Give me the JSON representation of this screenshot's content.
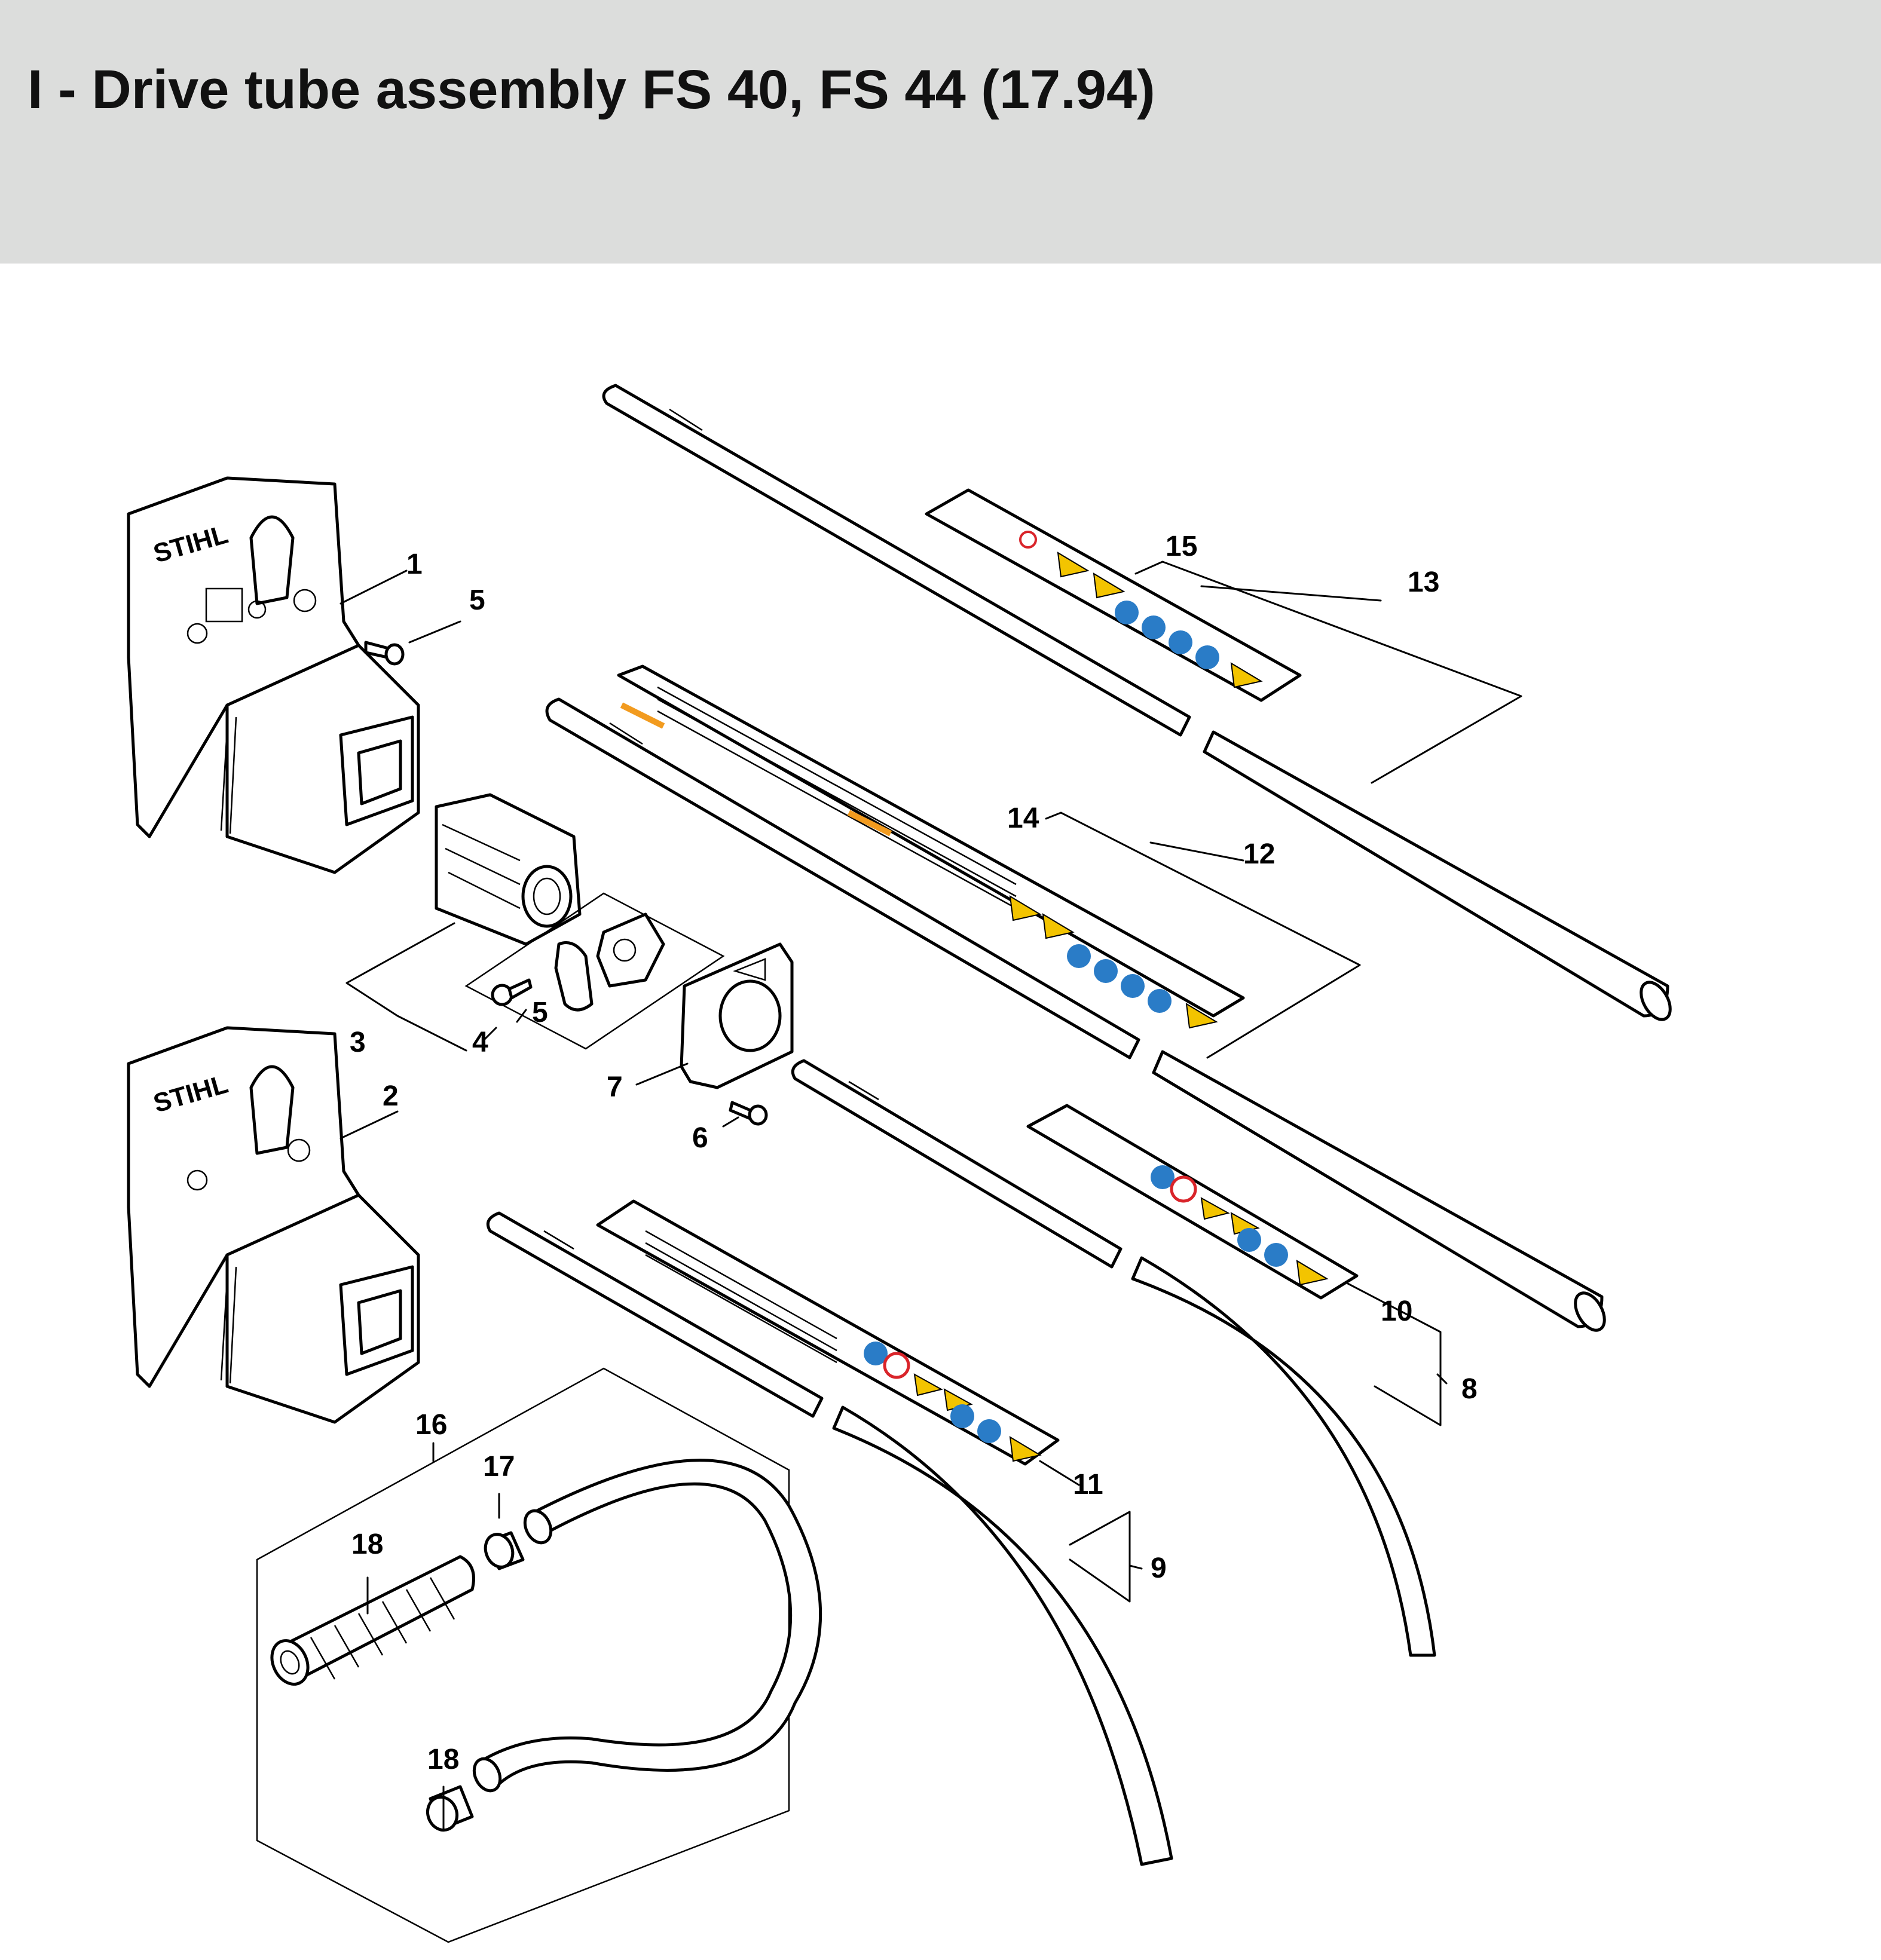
{
  "page": {
    "title": "I - Drive tube assembly FS 40, FS 44 (17.94)"
  },
  "diagram": {
    "brand_logo": "STIHL",
    "callouts": [
      {
        "id": "c1",
        "label": "1"
      },
      {
        "id": "c2",
        "label": "2"
      },
      {
        "id": "c3",
        "label": "3"
      },
      {
        "id": "c4",
        "label": "4"
      },
      {
        "id": "c5a",
        "label": "5"
      },
      {
        "id": "c5b",
        "label": "5"
      },
      {
        "id": "c6",
        "label": "6"
      },
      {
        "id": "c7",
        "label": "7"
      },
      {
        "id": "c8",
        "label": "8"
      },
      {
        "id": "c9",
        "label": "9"
      },
      {
        "id": "c10",
        "label": "10"
      },
      {
        "id": "c11",
        "label": "11"
      },
      {
        "id": "c12",
        "label": "12"
      },
      {
        "id": "c13",
        "label": "13"
      },
      {
        "id": "c14",
        "label": "14"
      },
      {
        "id": "c15",
        "label": "15"
      },
      {
        "id": "c16",
        "label": "16"
      },
      {
        "id": "c17",
        "label": "17"
      },
      {
        "id": "c18a",
        "label": "18"
      },
      {
        "id": "c18b",
        "label": "18"
      }
    ]
  },
  "colors": {
    "header_bg": "#dcdddc",
    "warning_yellow": "#f3c400",
    "info_blue": "#2a7cc7",
    "prohibit_red": "#d9242a",
    "label_orange": "#f29b1f"
  }
}
